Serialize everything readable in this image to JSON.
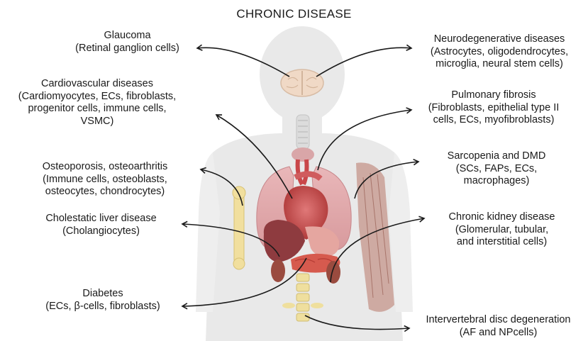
{
  "title": "CHRONIC DISEASE",
  "labels": {
    "glaucoma": {
      "l1": "Glaucoma",
      "l2": "(Retinal ganglion cells)"
    },
    "cardio": {
      "l1": "Cardiovascular diseases",
      "l2": "(Cardiomyocytes, ECs, fibroblasts,",
      "l3": "progenitor cells, immune cells,",
      "l4": "VSMC)"
    },
    "osteo": {
      "l1": "Osteoporosis, osteoarthritis",
      "l2": "(Immune cells, osteoblasts,",
      "l3": "osteocytes, chondrocytes)"
    },
    "liver": {
      "l1": "Cholestatic liver disease",
      "l2": "(Cholangiocytes)"
    },
    "diabetes": {
      "l1": "Diabetes",
      "l2": "(ECs, β-cells, fibroblasts)"
    },
    "neuro": {
      "l1": "Neurodegenerative diseases",
      "l2": "(Astrocytes, oligodendrocytes,",
      "l3": "microglia, neural stem cells)"
    },
    "pulmonary": {
      "l1": "Pulmonary fibrosis",
      "l2": "(Fibroblasts, epithelial type II",
      "l3": "cells, ECs, myofibroblasts)"
    },
    "sarcopenia": {
      "l1": "Sarcopenia and DMD",
      "l2": "(SCs, FAPs, ECs,",
      "l3": "macrophages)"
    },
    "kidney": {
      "l1": "Chronic kidney disease",
      "l2": "(Glomerular, tubular,",
      "l3": "and interstitial cells)"
    },
    "disc": {
      "l1": "Intervertebral disc degeneration",
      "l2": "(AF and NPcells)"
    }
  }
}
